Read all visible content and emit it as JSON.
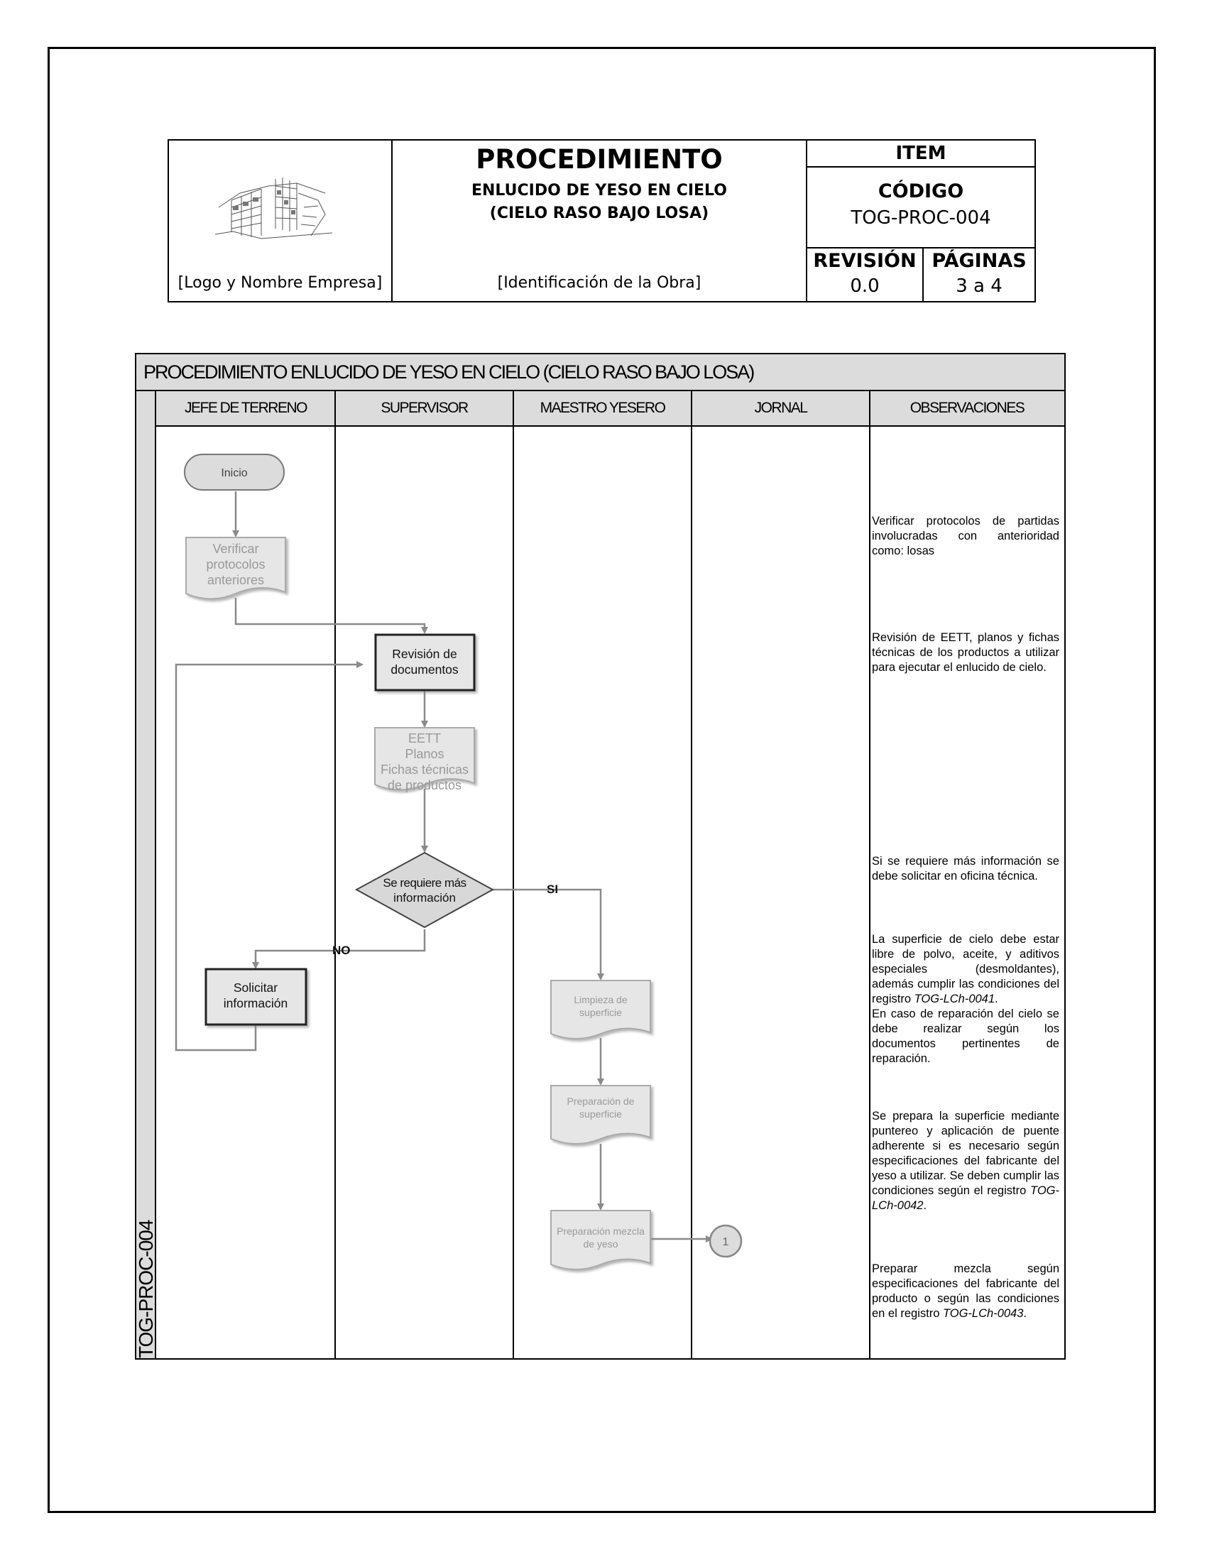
{
  "header": {
    "logo_label": "[Logo y Nombre Empresa]",
    "title": "PROCEDIMIENTO",
    "subtitle_line1": "ENLUCIDO DE YESO EN CIELO",
    "subtitle_line2": "(CIELO RASO BAJO LOSA)",
    "obra_label": "[Identificación de la Obra]",
    "item_label": "ITEM",
    "codigo_label": "CÓDIGO",
    "codigo_value": "TOG-PROC-004",
    "revision_label": "REVISIÓN",
    "revision_value": "0.0",
    "paginas_label": "PÁGINAS",
    "paginas_value": "3 a 4"
  },
  "flow": {
    "title": "PROCEDIMIENTO ENLUCIDO DE YESO EN CIELO (CIELO RASO BAJO LOSA)",
    "side_label": "TOG-PROC-004",
    "lanes": [
      "JEFE DE TERRENO",
      "SUPERVISOR",
      "MAESTRO YESERO",
      "JORNAL",
      "OBSERVACIONES"
    ],
    "nodes": {
      "inicio": "Inicio",
      "verificar": [
        "Verificar",
        "protocolos",
        "anteriores"
      ],
      "revision": [
        "Revisión de",
        "documentos"
      ],
      "docs": [
        "EETT",
        "Planos",
        "Fichas técnicas",
        "de productos"
      ],
      "decision": [
        "Se requiere más",
        "información"
      ],
      "yes_label": "SI",
      "no_label": "NO",
      "solicitar": [
        "Solicitar",
        "información"
      ],
      "limpieza": [
        "Limpieza de",
        "superficie"
      ],
      "preparacion": [
        "Preparación de",
        "superficie"
      ],
      "mezcla": [
        "Preparación mezcla",
        "de yeso"
      ],
      "connector": "1"
    },
    "observations": {
      "o1": "Verificar protocolos de partidas involucradas con anterioridad como: losas",
      "o2": "Revisión de EETT, planos y fichas técnicas de los productos a utilizar para ejecutar el enlucido de cielo.",
      "o3": "Si se requiere más información se debe solicitar en oficina técnica.",
      "o4a": "La superficie de cielo debe estar libre de polvo, aceite, y aditivos especiales (desmoldantes), además cumplir las condiciones del registro",
      "o4a_ref": "TOG-LCh-0041",
      "o4b": "En caso de reparación del cielo se debe realizar según los documentos pertinentes de reparación.",
      "o5": "Se prepara la superficie mediante puntereo y aplicación de puente adherente si es necesario según especificaciones del fabricante del yeso a utilizar. Se deben cumplir las condiciones según el registro",
      "o5_ref": "TOG-LCh-0042",
      "o6": "Preparar mezcla según especificaciones del fabricante del producto o según las condiciones en el registro",
      "o6_ref": "TOG-LCh-0043"
    }
  }
}
